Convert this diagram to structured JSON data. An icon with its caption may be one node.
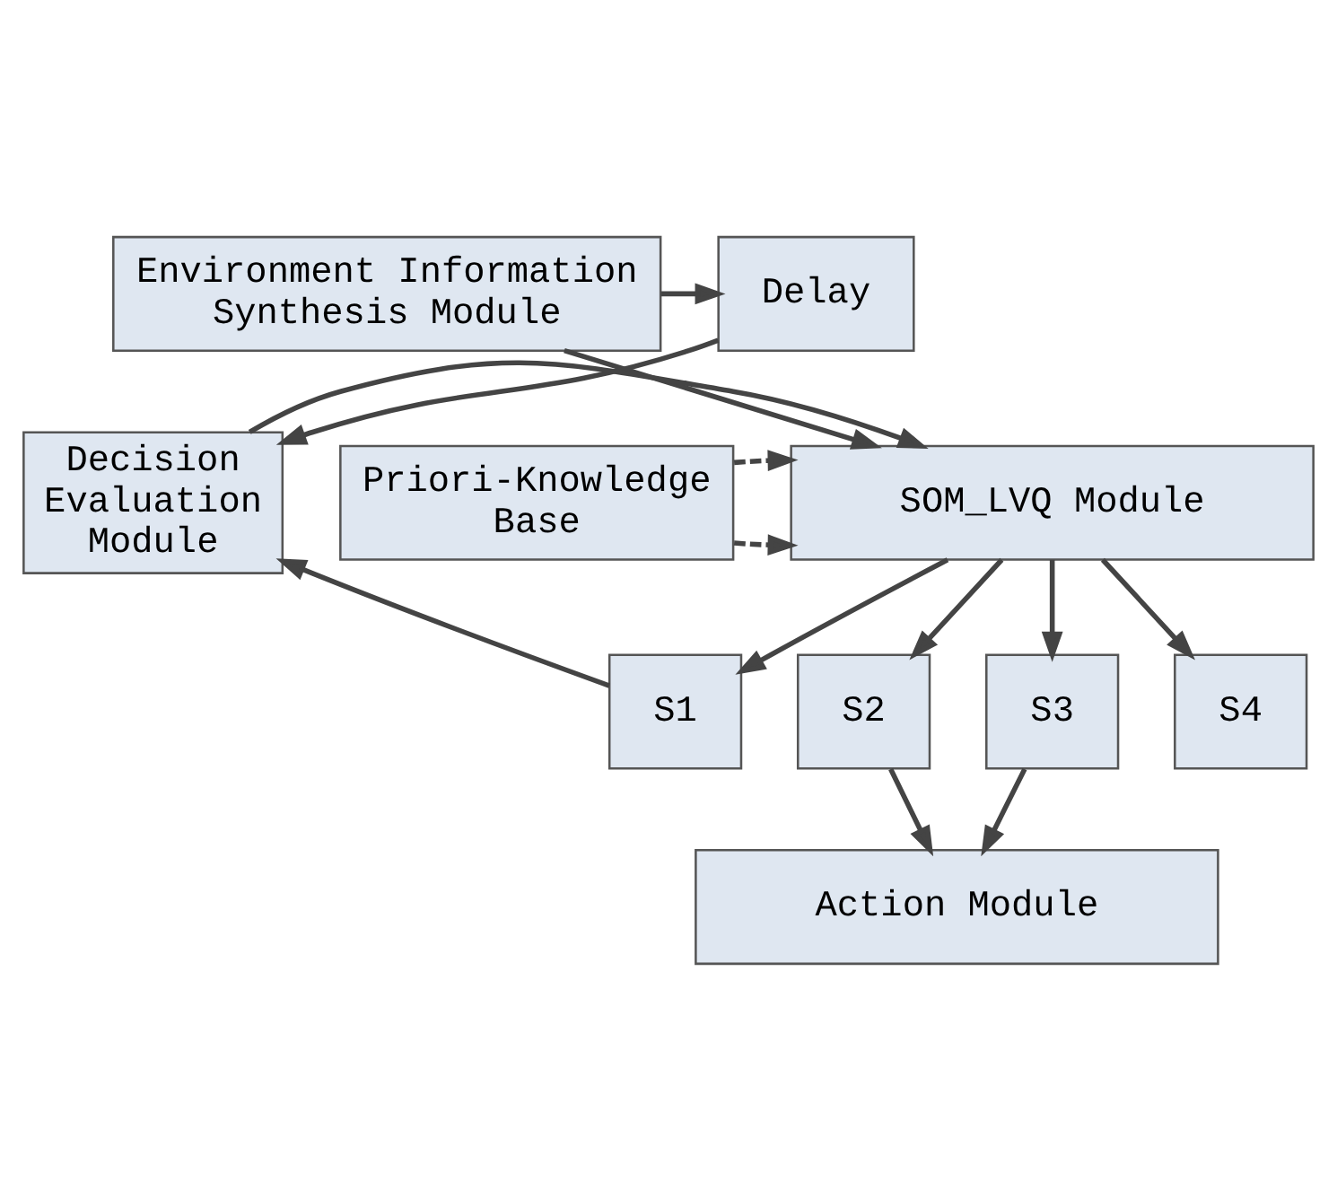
{
  "diagram": {
    "nodes": [
      {
        "text": [
          "Environment Information Synthesis Module"
        ]
      },
      {
        "text": [
          "Delay"
        ]
      },
      {
        "text": [
          "Decision Evaluation Module"
        ]
      },
      {
        "text": [
          "SOM_LVQ Module"
        ]
      },
      {
        "text": [
          "Priori-Knowledge Base"
        ]
      },
      {
        "text": [
          "S1"
        ]
      },
      {
        "text": [
          "S2"
        ]
      },
      {
        "text": [
          "S3"
        ]
      },
      {
        "text": [
          "S4"
        ]
      },
      {
        "text": [
          "Action Module"
        ]
      }
    ],
    "edges": [
      {
        "from": 0,
        "to": 1,
        "arrow": "to"
      },
      {
        "from": 1,
        "to": 2,
        "arrow": "to"
      },
      {
        "from": 0,
        "to": 3,
        "arrow": "to"
      },
      {
        "from": 4,
        "to": 3,
        "arrow": "to",
        "style": "dashed"
      },
      {
        "from": 4,
        "to": 3,
        "arrow": "to",
        "style": "dashed"
      },
      {
        "from": 2,
        "to": 3,
        "arrow": "to"
      },
      {
        "from": 3,
        "to": 5,
        "arrow": "to"
      },
      {
        "from": 3,
        "to": 6,
        "arrow": "to"
      },
      {
        "from": 3,
        "to": 7,
        "arrow": "to"
      },
      {
        "from": 3,
        "to": 8,
        "arrow": "to"
      },
      {
        "from": 5,
        "to": 2,
        "arrow": "to"
      },
      {
        "from": 6,
        "to": 9,
        "arrow": "to"
      },
      {
        "from": 7,
        "to": 9,
        "arrow": "to"
      }
    ]
  }
}
